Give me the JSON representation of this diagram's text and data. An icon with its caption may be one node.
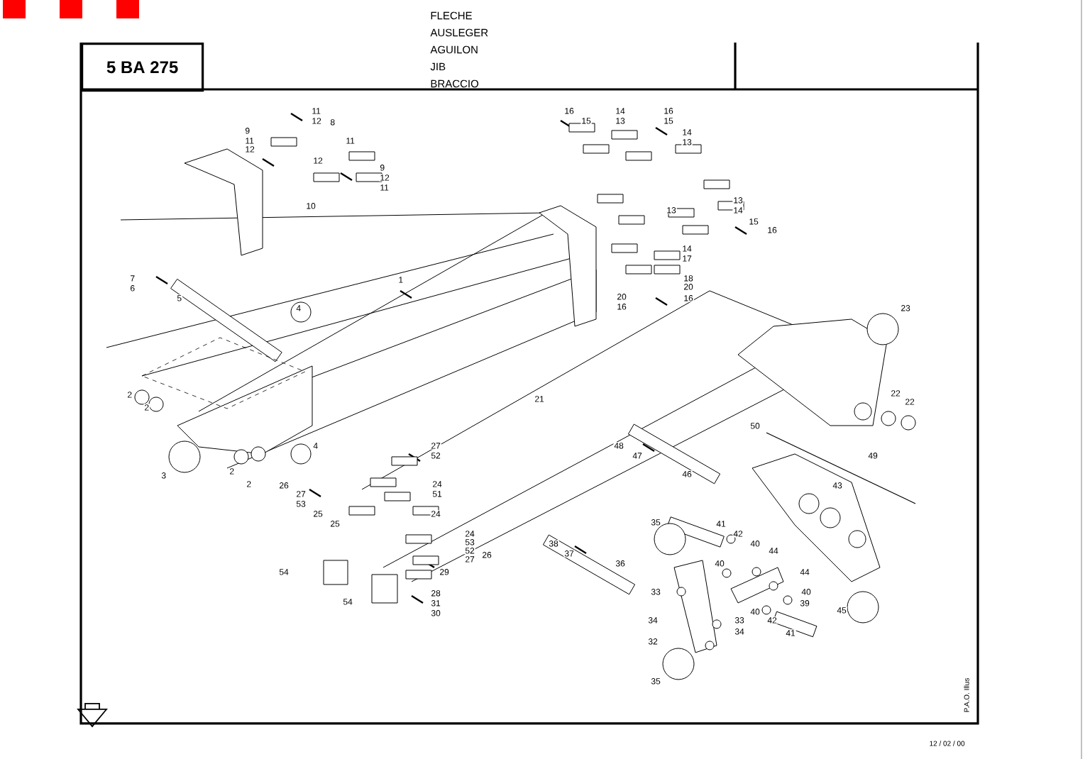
{
  "diagram": {
    "nodes": [
      {
        "text": [
          "5 BA 275"
        ]
      }
    ],
    "edges": [],
    "labels": [
      "FLECHE",
      "AUSLEGER",
      "AGUILON",
      "JIB",
      "BRACCIO",
      "11",
      "12",
      "8",
      "9",
      "11",
      "12",
      "11",
      "12",
      "9",
      "12",
      "11",
      "10",
      "16",
      "15",
      "14",
      "13",
      "16",
      "15",
      "14",
      "13",
      "13",
      "14",
      "13",
      "15",
      "16",
      "14",
      "17",
      "18",
      "20",
      "16",
      "20",
      "16",
      "7",
      "6",
      "5",
      "4",
      "1",
      "23",
      "2",
      "2",
      "21",
      "22",
      "22",
      "50",
      "49",
      "48",
      "47",
      "46",
      "3",
      "2",
      "2",
      "4",
      "27",
      "52",
      "26",
      "27",
      "53",
      "24",
      "51",
      "25",
      "24",
      "25",
      "43",
      "24",
      "53",
      "52",
      "27",
      "26",
      "38",
      "37",
      "36",
      "35",
      "41",
      "42",
      "40",
      "44",
      "40",
      "33",
      "44",
      "29",
      "40",
      "39",
      "45",
      "54",
      "28",
      "34",
      "33",
      "31",
      "32",
      "34",
      "40",
      "42",
      "30",
      "54",
      "41",
      "35",
      "12 / 02 / 00",
      "P.A.O. Illus"
    ]
  }
}
